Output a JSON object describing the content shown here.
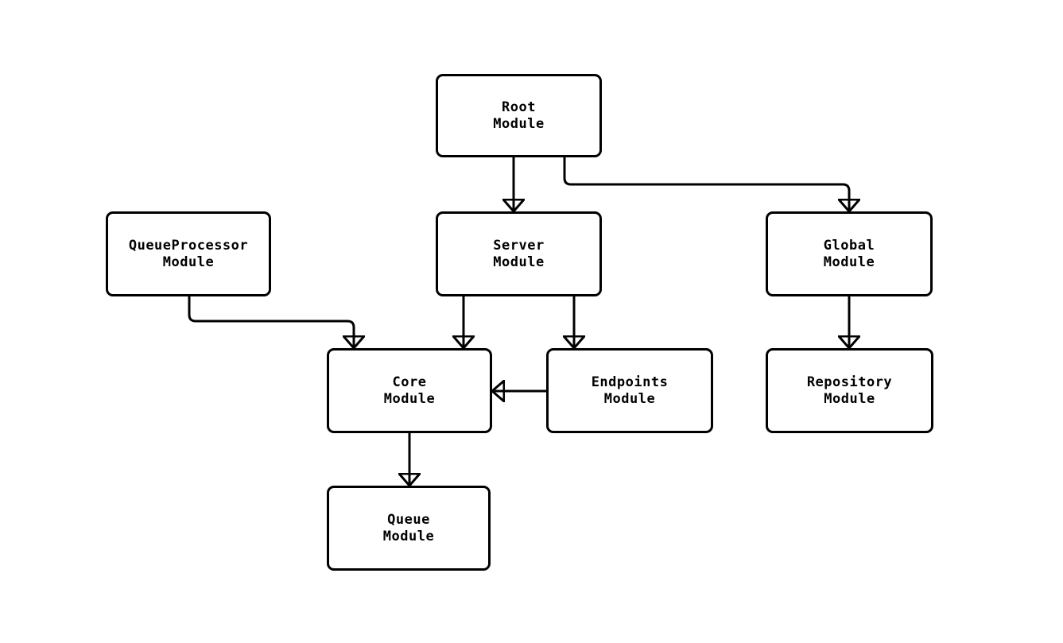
{
  "colors": {
    "background": "#ffffff",
    "node_fill": "#ffffff",
    "node_border": "#000000",
    "edge": "#000000",
    "text": "#000000"
  },
  "diagram": {
    "type": "flowchart",
    "direction": "top-down",
    "nodes": {
      "root": {
        "label": "Root\nModule"
      },
      "queue_processor": {
        "label": "QueueProcessor\nModule"
      },
      "server": {
        "label": "Server\nModule"
      },
      "global": {
        "label": "Global\nModule"
      },
      "core": {
        "label": "Core\nModule"
      },
      "endpoints": {
        "label": "Endpoints\nModule"
      },
      "repository": {
        "label": "Repository\nModule"
      },
      "queue": {
        "label": "Queue\nModule"
      }
    },
    "edges": [
      {
        "from": "Root Module",
        "to": "Server Module"
      },
      {
        "from": "Root Module",
        "to": "Global Module"
      },
      {
        "from": "QueueProcessor Module",
        "to": "Core Module"
      },
      {
        "from": "Server Module",
        "to": "Core Module"
      },
      {
        "from": "Server Module",
        "to": "Endpoints Module"
      },
      {
        "from": "Endpoints Module",
        "to": "Core Module"
      },
      {
        "from": "Core Module",
        "to": "Queue Module"
      },
      {
        "from": "Global Module",
        "to": "Repository Module"
      }
    ]
  }
}
